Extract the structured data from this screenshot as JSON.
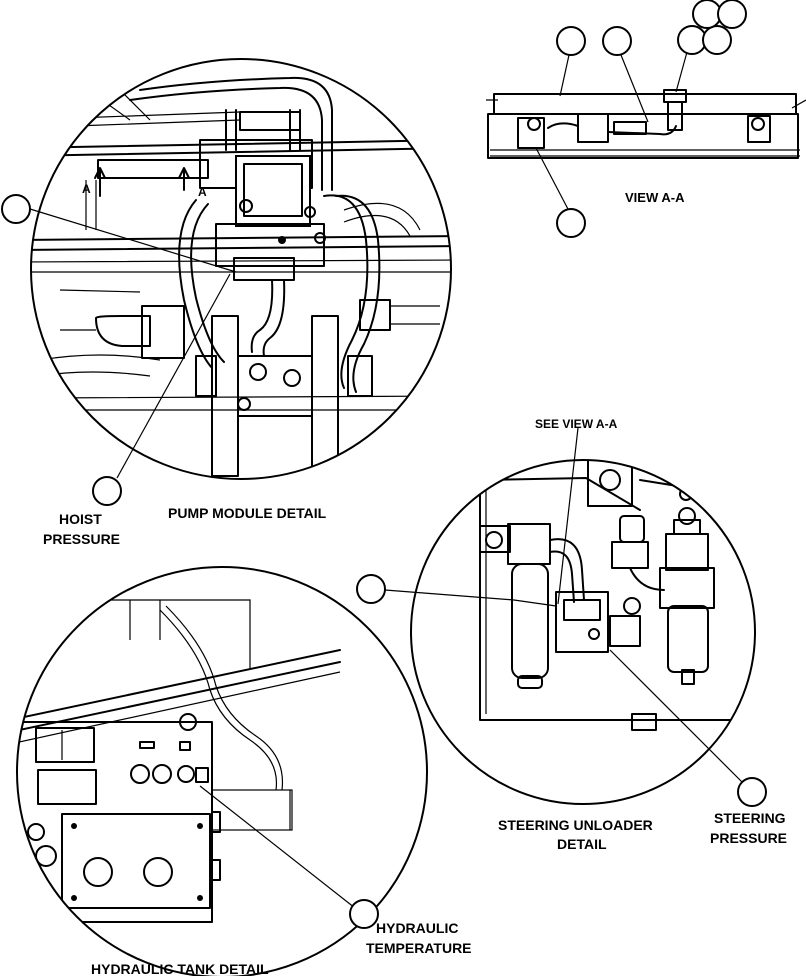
{
  "labels": {
    "view_aa": "VIEW A-A",
    "see_view_aa": "SEE VIEW A-A",
    "pump_module_detail": "PUMP MODULE DETAIL",
    "hoist_pressure_line1": "HOIST",
    "hoist_pressure_line2": "PRESSURE",
    "steering_unloader_line1": "STEERING UNLOADER",
    "steering_unloader_line2": "DETAIL",
    "steering_pressure_line1": "STEERING",
    "steering_pressure_line2": "PRESSURE",
    "hydraulic_temperature_line1": "HYDRAULIC",
    "hydraulic_temperature_line2": "TEMPERATURE",
    "hydraulic_tank_detail": "HYDRAULIC TANK DETAIL",
    "section_marker_left": "A",
    "section_marker_right": "A"
  }
}
